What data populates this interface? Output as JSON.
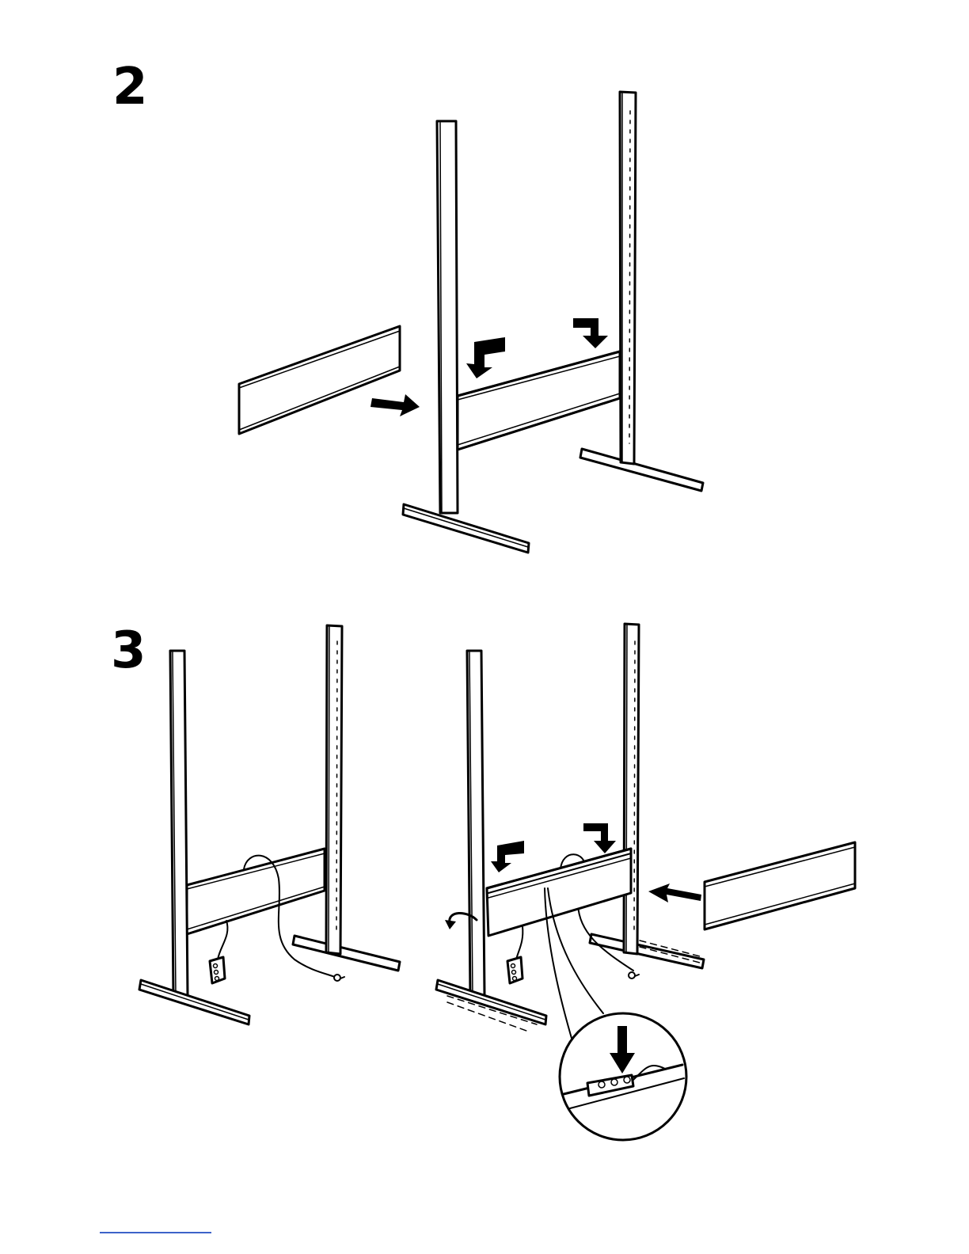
{
  "steps": [
    {
      "number": "2"
    },
    {
      "number": "3"
    }
  ],
  "colors": {
    "ink": "#000000",
    "paper": "#ffffff",
    "footer_rule": "#3d63c9"
  },
  "icons": [
    "push-arrow",
    "down-hook-arrow",
    "rotate-arrow",
    "power-strip",
    "plug"
  ]
}
